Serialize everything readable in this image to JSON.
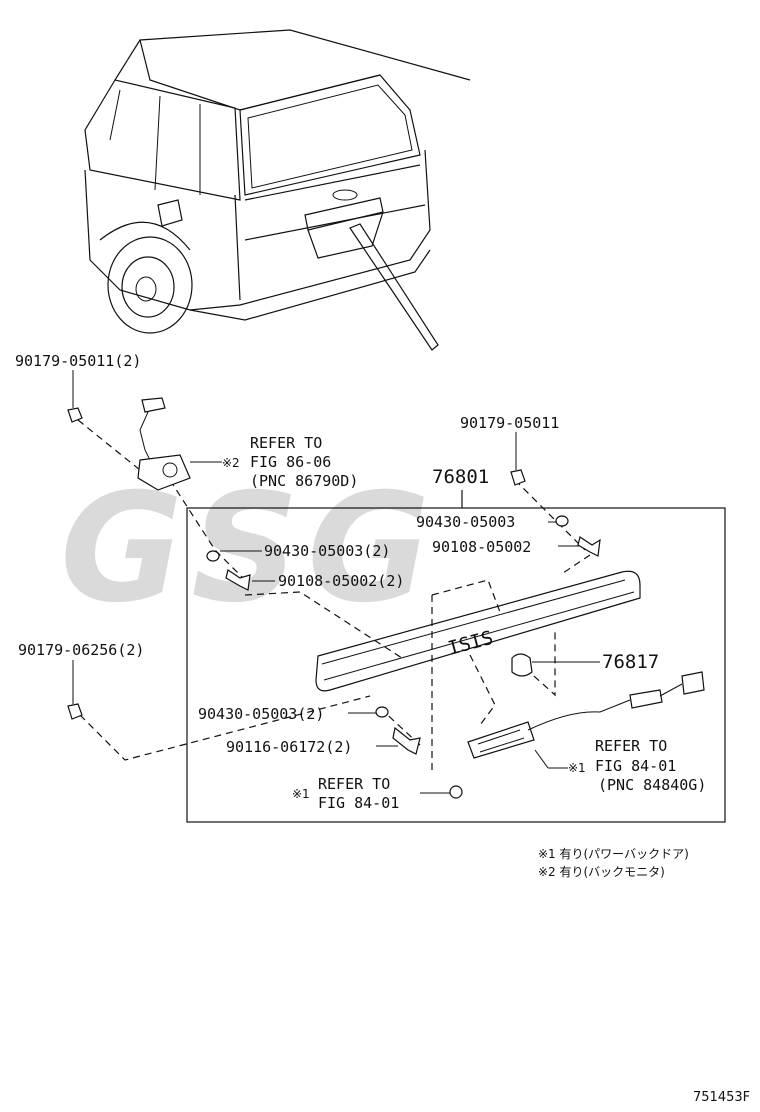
{
  "watermark": "GSG",
  "parts": {
    "clip_top_left": "90179-05011(2)",
    "clip_top_right": "90179-05011",
    "assembly": "76801",
    "washer_right": "90430-05003",
    "screw_right": "90108-05002",
    "washer_left": "90430-05003(2)",
    "screw_left": "90108-05002(2)",
    "clip_bottom_left": "90179-06256(2)",
    "emblem_clip": "76817",
    "washer_bottom": "90430-05003(2)",
    "bolt_bottom": "90116-06172(2)"
  },
  "emblem_text": "ISIS",
  "refs": {
    "camera": {
      "mark": "※2",
      "line1": "REFER TO",
      "line2": "FIG 86-06",
      "line3": "(PNC 86790D)"
    },
    "lamp": {
      "mark": "※1",
      "line1": "REFER TO",
      "line2": "FIG 84-01",
      "line3": "(PNC 84840G)"
    },
    "screw": {
      "mark": "※1",
      "line1": "REFER TO",
      "line2": "FIG 84-01"
    }
  },
  "notes": [
    "※1 有り(パワーバックドア)",
    "※2 有り(バックモニタ)"
  ],
  "figure_id": "751453F"
}
